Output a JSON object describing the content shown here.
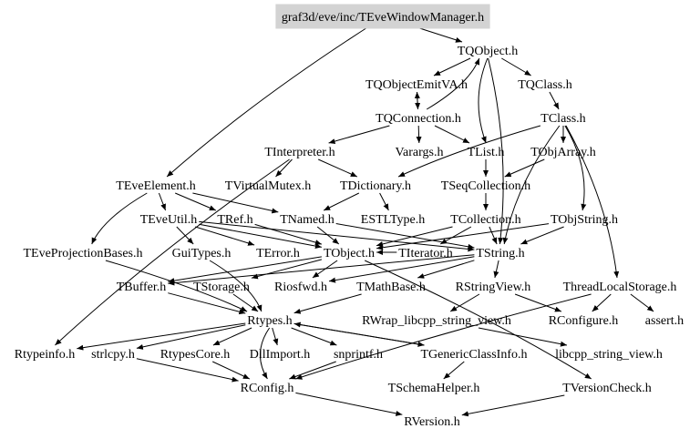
{
  "diagram": {
    "type": "include-dependency-graph",
    "colors": {
      "root_fill": "#d3d3d3",
      "line": "#000000",
      "background": "#ffffff"
    },
    "nodes": [
      {
        "id": "root",
        "label": "graf3d/eve/inc/TEveWindowManager.h",
        "highlight": true
      },
      {
        "id": "TQObject",
        "label": "TQObject.h"
      },
      {
        "id": "TQObjectEmitVA",
        "label": "TQObjectEmitVA.h"
      },
      {
        "id": "TQClass",
        "label": "TQClass.h"
      },
      {
        "id": "TQConnection",
        "label": "TQConnection.h"
      },
      {
        "id": "TClass",
        "label": "TClass.h"
      },
      {
        "id": "TInterpreter",
        "label": "TInterpreter.h"
      },
      {
        "id": "Varargs",
        "label": "Varargs.h"
      },
      {
        "id": "TList",
        "label": "TList.h"
      },
      {
        "id": "TObjArray",
        "label": "TObjArray.h"
      },
      {
        "id": "TEveElement",
        "label": "TEveElement.h"
      },
      {
        "id": "TVirtualMutex",
        "label": "TVirtualMutex.h"
      },
      {
        "id": "TDictionary",
        "label": "TDictionary.h"
      },
      {
        "id": "TSeqCollection",
        "label": "TSeqCollection.h"
      },
      {
        "id": "TEveUtil",
        "label": "TEveUtil.h"
      },
      {
        "id": "TRef",
        "label": "TRef.h"
      },
      {
        "id": "TNamed",
        "label": "TNamed.h"
      },
      {
        "id": "ESTLType",
        "label": "ESTLType.h"
      },
      {
        "id": "TCollection",
        "label": "TCollection.h"
      },
      {
        "id": "TObjString",
        "label": "TObjString.h"
      },
      {
        "id": "TEveProjectionBases",
        "label": "TEveProjectionBases.h"
      },
      {
        "id": "GuiTypes",
        "label": "GuiTypes.h"
      },
      {
        "id": "TError",
        "label": "TError.h"
      },
      {
        "id": "TObject",
        "label": "TObject.h"
      },
      {
        "id": "TIterator",
        "label": "TIterator.h"
      },
      {
        "id": "TString",
        "label": "TString.h"
      },
      {
        "id": "TBuffer",
        "label": "TBuffer.h"
      },
      {
        "id": "TStorage",
        "label": "TStorage.h"
      },
      {
        "id": "Riosfwd",
        "label": "Riosfwd.h"
      },
      {
        "id": "TMathBase",
        "label": "TMathBase.h"
      },
      {
        "id": "RStringView",
        "label": "RStringView.h"
      },
      {
        "id": "ThreadLocalStorage",
        "label": "ThreadLocalStorage.h"
      },
      {
        "id": "Rtypes",
        "label": "Rtypes.h"
      },
      {
        "id": "RWrap",
        "label": "RWrap_libcpp_string_view.h"
      },
      {
        "id": "RConfigure",
        "label": "RConfigure.h"
      },
      {
        "id": "assert",
        "label": "assert.h"
      },
      {
        "id": "Rtypeinfo",
        "label": "Rtypeinfo.h"
      },
      {
        "id": "strlcpy",
        "label": "strlcpy.h"
      },
      {
        "id": "RtypesCore",
        "label": "RtypesCore.h"
      },
      {
        "id": "DllImport",
        "label": "DllImport.h"
      },
      {
        "id": "snprintf",
        "label": "snprintf.h"
      },
      {
        "id": "TGenericClassInfo",
        "label": "TGenericClassInfo.h"
      },
      {
        "id": "libcpp_sv",
        "label": "libcpp_string_view.h"
      },
      {
        "id": "RConfig",
        "label": "RConfig.h"
      },
      {
        "id": "TSchemaHelper",
        "label": "TSchemaHelper.h"
      },
      {
        "id": "TVersionCheck",
        "label": "TVersionCheck.h"
      },
      {
        "id": "RVersion",
        "label": "RVersion.h"
      }
    ],
    "edges": [
      [
        "root",
        "TQObject"
      ],
      [
        "root",
        "TEveElement"
      ],
      [
        "TQObject",
        "TQObjectEmitVA"
      ],
      [
        "TQObject",
        "TQClass"
      ],
      [
        "TQObject",
        "TList"
      ],
      [
        "TQObject",
        "TString"
      ],
      [
        "TQObjectEmitVA",
        "TQConnection"
      ],
      [
        "TQConnection",
        "TQObjectEmitVA"
      ],
      [
        "TQConnection",
        "TQObject"
      ],
      [
        "TQConnection",
        "TInterpreter"
      ],
      [
        "TQConnection",
        "Varargs"
      ],
      [
        "TQConnection",
        "TList"
      ],
      [
        "TQClass",
        "TClass"
      ],
      [
        "TClass",
        "TObjArray"
      ],
      [
        "TClass",
        "TDictionary"
      ],
      [
        "TClass",
        "TObjString"
      ],
      [
        "TClass",
        "ThreadLocalStorage"
      ],
      [
        "TClass",
        "TString"
      ],
      [
        "TInterpreter",
        "TDictionary"
      ],
      [
        "TInterpreter",
        "TVirtualMutex"
      ],
      [
        "TInterpreter",
        "Rtypeinfo"
      ],
      [
        "TList",
        "TSeqCollection"
      ],
      [
        "TObjArray",
        "TSeqCollection"
      ],
      [
        "TEveElement",
        "TEveUtil"
      ],
      [
        "TEveElement",
        "TRef"
      ],
      [
        "TEveElement",
        "TNamed"
      ],
      [
        "TEveElement",
        "TEveProjectionBases"
      ],
      [
        "TDictionary",
        "TNamed"
      ],
      [
        "TDictionary",
        "ESTLType"
      ],
      [
        "TSeqCollection",
        "TCollection"
      ],
      [
        "TCollection",
        "TObject"
      ],
      [
        "TCollection",
        "TIterator"
      ],
      [
        "TCollection",
        "TString"
      ],
      [
        "TObjString",
        "TObject"
      ],
      [
        "TObjString",
        "TString"
      ],
      [
        "TEveUtil",
        "GuiTypes"
      ],
      [
        "TEveUtil",
        "TError"
      ],
      [
        "TEveUtil",
        "TObject"
      ],
      [
        "TEveUtil",
        "TString"
      ],
      [
        "TRef",
        "TObject"
      ],
      [
        "TNamed",
        "TObject"
      ],
      [
        "TNamed",
        "TString"
      ],
      [
        "TEveProjectionBases",
        "Rtypes"
      ],
      [
        "GuiTypes",
        "Rtypes"
      ],
      [
        "TObject",
        "TStorage"
      ],
      [
        "TObject",
        "TBuffer"
      ],
      [
        "TObject",
        "Riosfwd"
      ],
      [
        "TObject",
        "TVersionCheck"
      ],
      [
        "TIterator",
        "TObject"
      ],
      [
        "TString",
        "TMathBase"
      ],
      [
        "TString",
        "RStringView"
      ],
      [
        "TString",
        "TBuffer"
      ],
      [
        "TString",
        "Riosfwd"
      ],
      [
        "TBuffer",
        "Rtypes"
      ],
      [
        "TStorage",
        "Rtypes"
      ],
      [
        "TMathBase",
        "Rtypes"
      ],
      [
        "RStringView",
        "RWrap"
      ],
      [
        "RStringView",
        "RConfigure"
      ],
      [
        "ThreadLocalStorage",
        "RConfigure"
      ],
      [
        "ThreadLocalStorage",
        "assert"
      ],
      [
        "ThreadLocalStorage",
        "RConfig"
      ],
      [
        "RWrap",
        "libcpp_sv"
      ],
      [
        "Rtypes",
        "Rtypeinfo"
      ],
      [
        "Rtypes",
        "strlcpy"
      ],
      [
        "Rtypes",
        "RtypesCore"
      ],
      [
        "Rtypes",
        "DllImport"
      ],
      [
        "Rtypes",
        "snprintf"
      ],
      [
        "Rtypes",
        "TGenericClassInfo"
      ],
      [
        "Rtypes",
        "RConfig"
      ],
      [
        "strlcpy",
        "RConfig"
      ],
      [
        "RtypesCore",
        "RConfig"
      ],
      [
        "snprintf",
        "RConfig"
      ],
      [
        "TGenericClassInfo",
        "TSchemaHelper"
      ],
      [
        "TGenericClassInfo",
        "Rtypes"
      ],
      [
        "RConfig",
        "RVersion"
      ],
      [
        "TVersionCheck",
        "RVersion"
      ]
    ]
  }
}
